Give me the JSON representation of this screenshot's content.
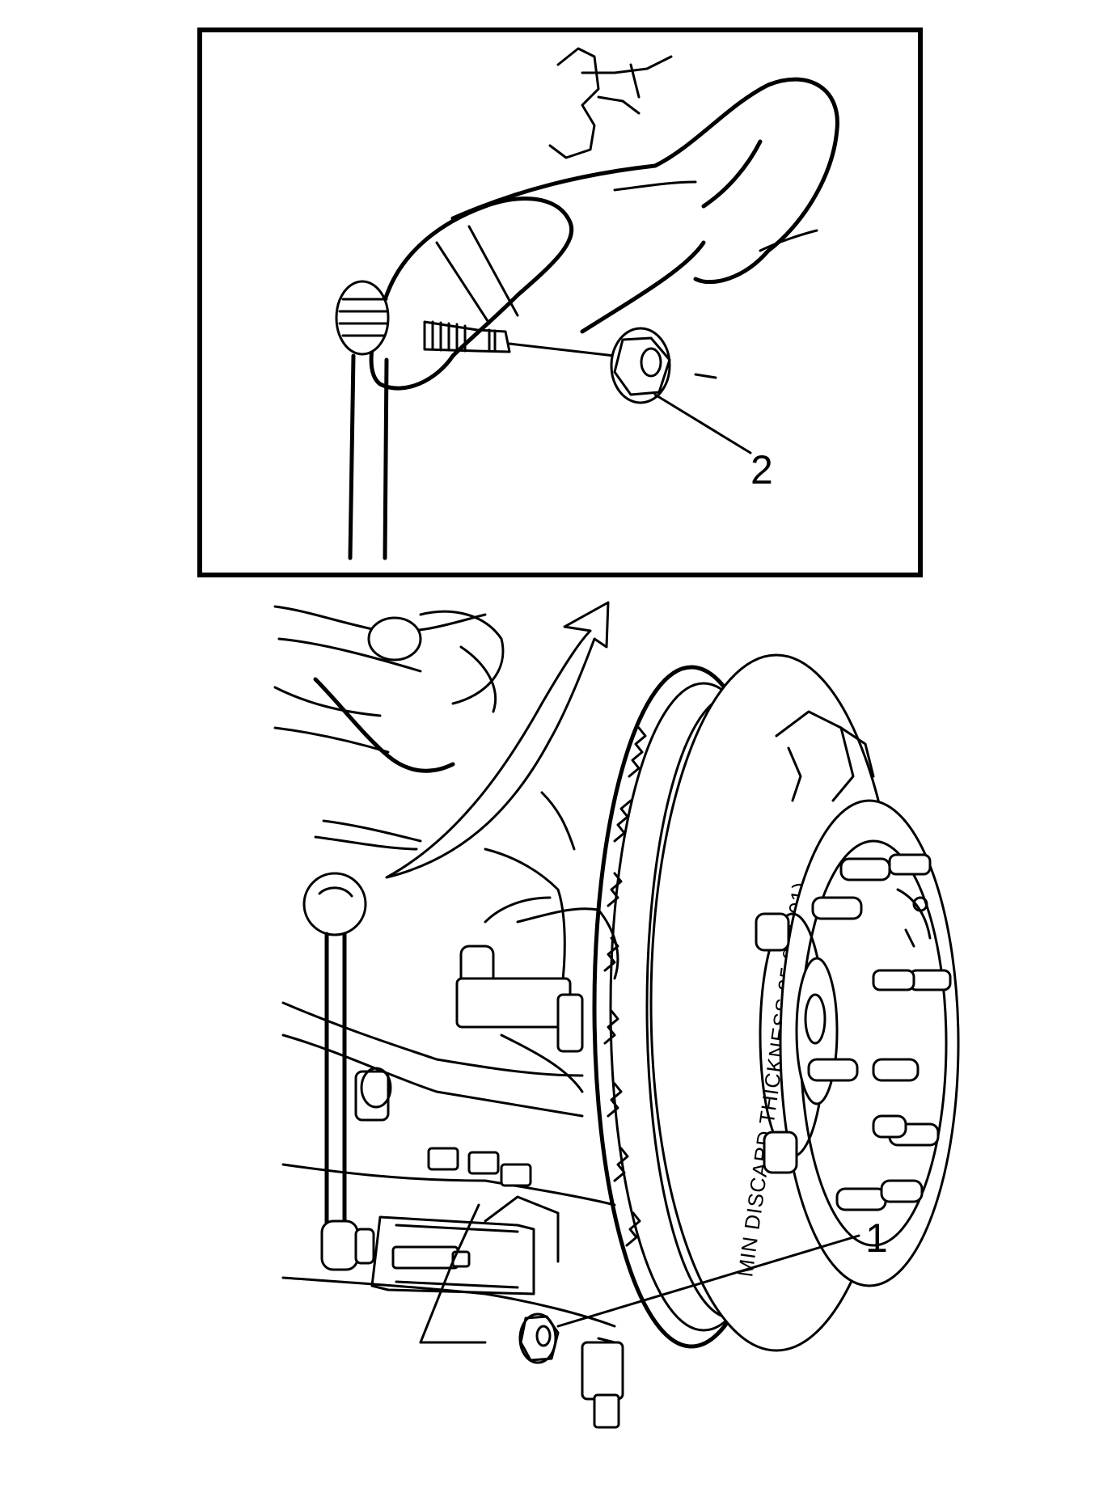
{
  "callouts": {
    "one": "1",
    "two": "2"
  },
  "rotor_marking": "MIN DISCARD THICKNESS 25.8 (1.01)",
  "colors": {
    "ink": "#000000",
    "background": "#ffffff"
  }
}
